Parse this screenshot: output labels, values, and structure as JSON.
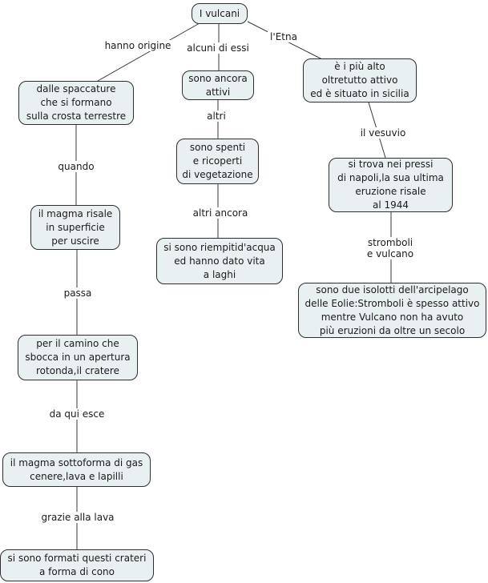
{
  "diagram": {
    "title": "I vulcani",
    "nodes": {
      "root": {
        "text": "I vulcani"
      },
      "left1": {
        "text": "dalle spaccature\nche si formano\nsulla crosta terrestre"
      },
      "left2": {
        "text": "il magma risale\nin superficie\nper uscire"
      },
      "left3": {
        "text": "per il camino che\nsbocca in un apertura\nrotonda,il cratere"
      },
      "left4": {
        "text": "il magma sottoforma di gas\ncenere,lava e lapilli"
      },
      "left5": {
        "text": "si sono formati questi crateri\na forma di cono"
      },
      "mid1": {
        "text": "sono ancora\nattivi"
      },
      "mid2": {
        "text": "sono spenti\ne ricoperti\ndi vegetazione"
      },
      "mid3": {
        "text": "si sono riempitid'acqua\ned hanno dato vita\na laghi"
      },
      "right1": {
        "text": "è i più alto\noltretutto attivo\ned è situato in sicilia"
      },
      "right2": {
        "text": "si trova nei pressi\ndi napoli,la sua ultima\neruzione risale\nal 1944"
      },
      "right3": {
        "text": "sono due isolotti dell'arcipelago\ndelle Eolie:Stromboli è spesso attivo\nmentre Vulcano non ha avuto\npiù eruzioni da oltre un secolo"
      }
    },
    "link_labels": {
      "hanno_origine": "hanno origine",
      "alcuni_di_essi": "alcuni di essi",
      "letna": "l'Etna",
      "quando": "quando",
      "passa": "passa",
      "da_qui_esce": "da qui esce",
      "grazie_alla_lava": "grazie alla lava",
      "altri": "altri",
      "altri_ancora": "altri ancora",
      "il_vesuvio": "il vesuvio",
      "stromboli_e_vulcano": "stromboli\ne vulcano"
    },
    "colors": {
      "background": "#ffffff",
      "node_fill": "#e9f0f2",
      "node_border": "#2e2e2e",
      "line": "#3a3a3a",
      "text": "#1b1b1b"
    }
  }
}
